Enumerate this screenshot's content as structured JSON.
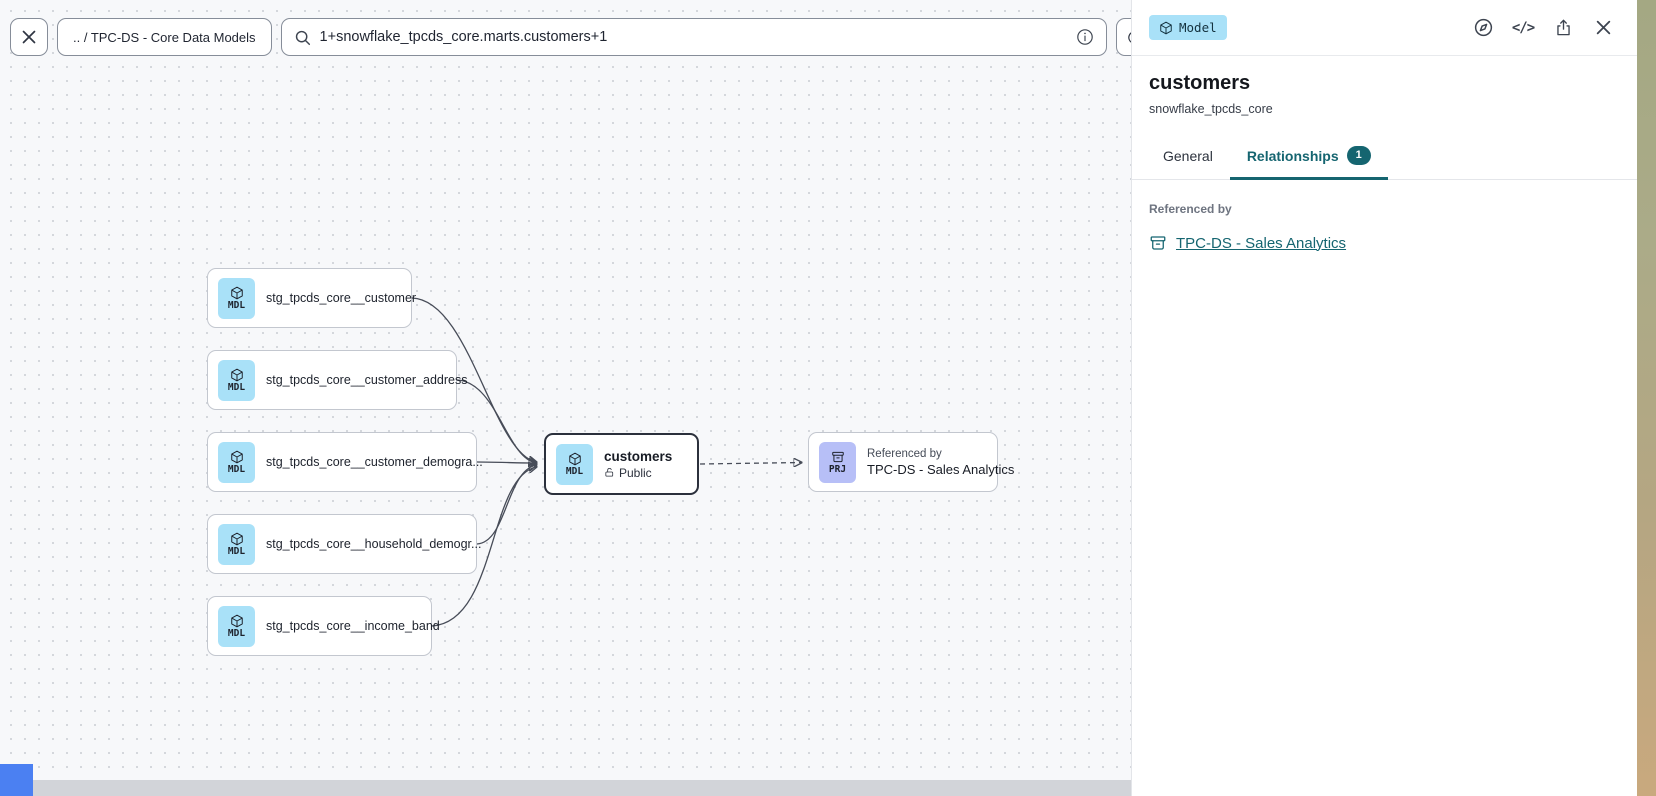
{
  "toolbar": {
    "breadcrumb": ".. / TPC-DS - Core Data Models",
    "search_value": "1+snowflake_tpcds_core.marts.customers+1"
  },
  "panel": {
    "type_badge_label": "Model",
    "title": "customers",
    "subtitle": "snowflake_tpcds_core",
    "tabs": {
      "general": "General",
      "relationships": "Relationships",
      "relationships_count": "1"
    },
    "referenced_by_label": "Referenced by",
    "referenced_by_link": "TPC-DS - Sales Analytics"
  },
  "canvas": {
    "upstream_nodes": [
      {
        "badge": "MDL",
        "label": "stg_tpcds_core__customer"
      },
      {
        "badge": "MDL",
        "label": "stg_tpcds_core__customer_address"
      },
      {
        "badge": "MDL",
        "label": "stg_tpcds_core__customer_demogra..."
      },
      {
        "badge": "MDL",
        "label": "stg_tpcds_core__household_demogr..."
      },
      {
        "badge": "MDL",
        "label": "stg_tpcds_core__income_band"
      }
    ],
    "selected_node": {
      "badge": "MDL",
      "title": "customers",
      "access": "Public"
    },
    "downstream_node": {
      "badge": "PRJ",
      "kicker": "Referenced by",
      "title": "TPC-DS - Sales Analytics"
    }
  },
  "colors": {
    "accent_teal": "#156570",
    "model_icon_bg": "#a9e1f8",
    "project_icon_bg": "#b7bff7",
    "selected_border": "#2b303c"
  }
}
